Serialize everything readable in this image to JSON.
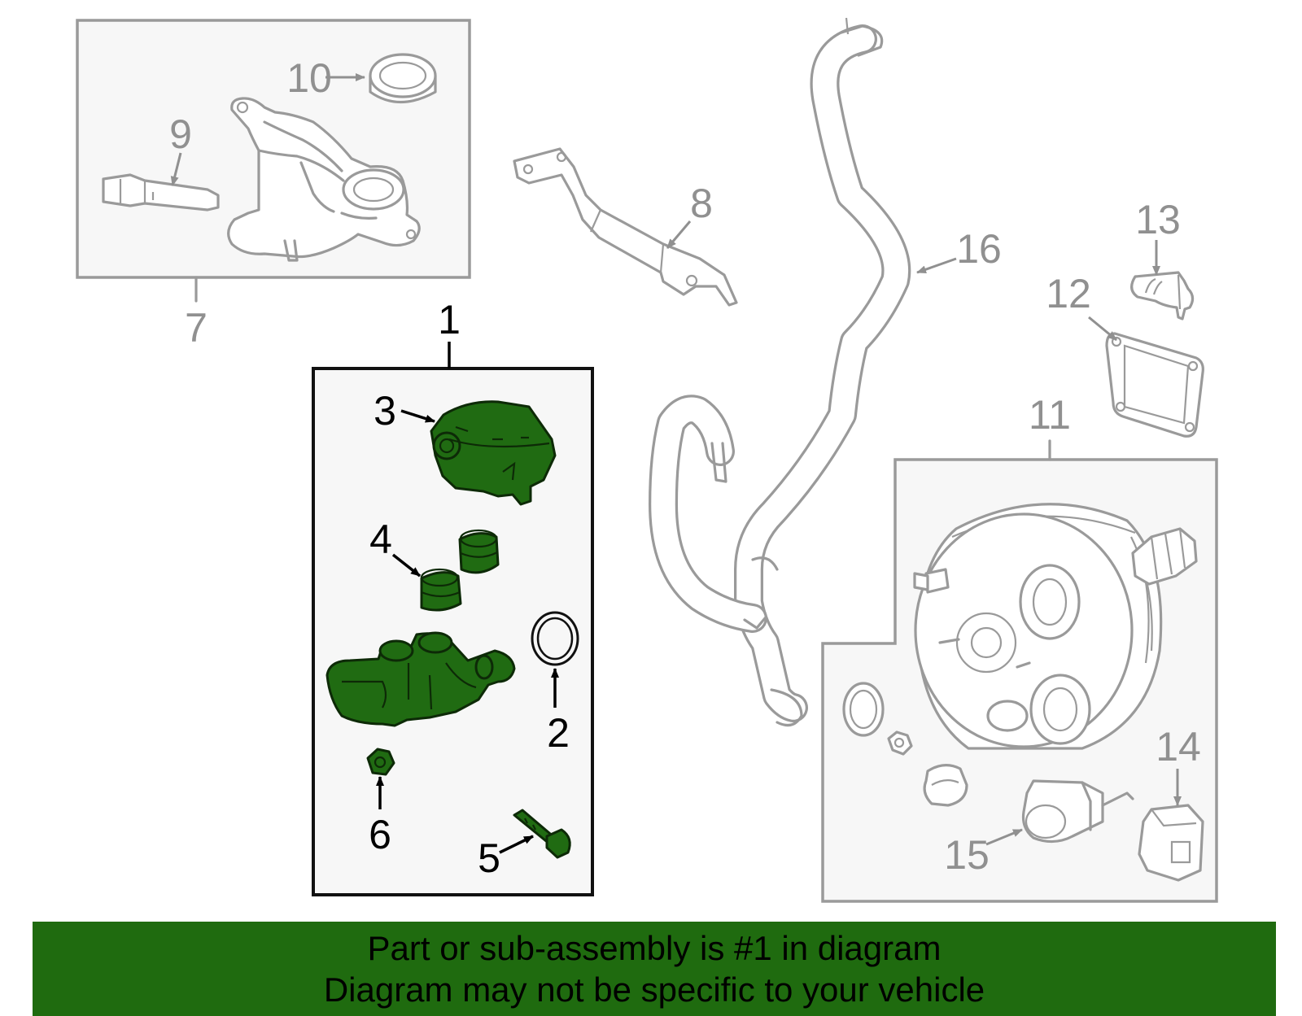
{
  "callouts": {
    "c1": "1",
    "c2": "2",
    "c3": "3",
    "c4": "4",
    "c5": "5",
    "c6": "6",
    "c7": "7",
    "c8": "8",
    "c9": "9",
    "c10": "10",
    "c11": "11",
    "c12": "12",
    "c13": "13",
    "c14": "14",
    "c15": "15",
    "c16": "16"
  },
  "highlight_color": "#1f6b0f",
  "banner": {
    "line1": "Part or sub-assembly is #1 in diagram",
    "line2": "Diagram may not be specific to your vehicle"
  }
}
